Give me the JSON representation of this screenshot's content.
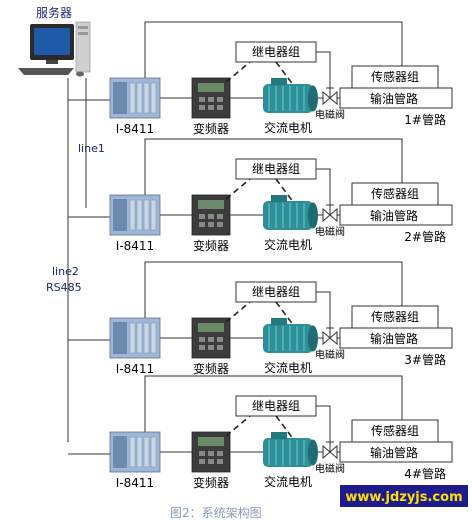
{
  "server_label": "服务器",
  "line1_label": "line1",
  "line2_label": "line2",
  "rs485_label": "RS485",
  "caption": "图2：系统架构图",
  "watermark": "www.jdzyjs.com",
  "colors": {
    "label_text": "#1a2a6c",
    "watermark_bg": "#1c1c8c",
    "watermark_text": "#ffe000",
    "caption_text": "#8a9ab8"
  },
  "units": [
    {
      "relay": "继电器组",
      "controller": "I-8411",
      "inverter": "变频器",
      "motor": "交流电机",
      "valve": "电磁阀",
      "sensor": "传感器组",
      "pipe": "输油管路",
      "pipeline_no": "1#管路"
    },
    {
      "relay": "继电器组",
      "controller": "I-8411",
      "inverter": "变频器",
      "motor": "交流电机",
      "valve": "电磁阀",
      "sensor": "传感器组",
      "pipe": "输油管路",
      "pipeline_no": "2#管路"
    },
    {
      "relay": "继电器组",
      "controller": "I-8411",
      "inverter": "变频器",
      "motor": "交流电机",
      "valve": "电磁阀",
      "sensor": "传感器组",
      "pipe": "输油管路",
      "pipeline_no": "3#管路"
    },
    {
      "relay": "继电器组",
      "controller": "I-8411",
      "inverter": "变频器",
      "motor": "交流电机",
      "valve": "电磁阀",
      "sensor": "传感器组",
      "pipe": "输油管路",
      "pipeline_no": "4#管路"
    }
  ]
}
